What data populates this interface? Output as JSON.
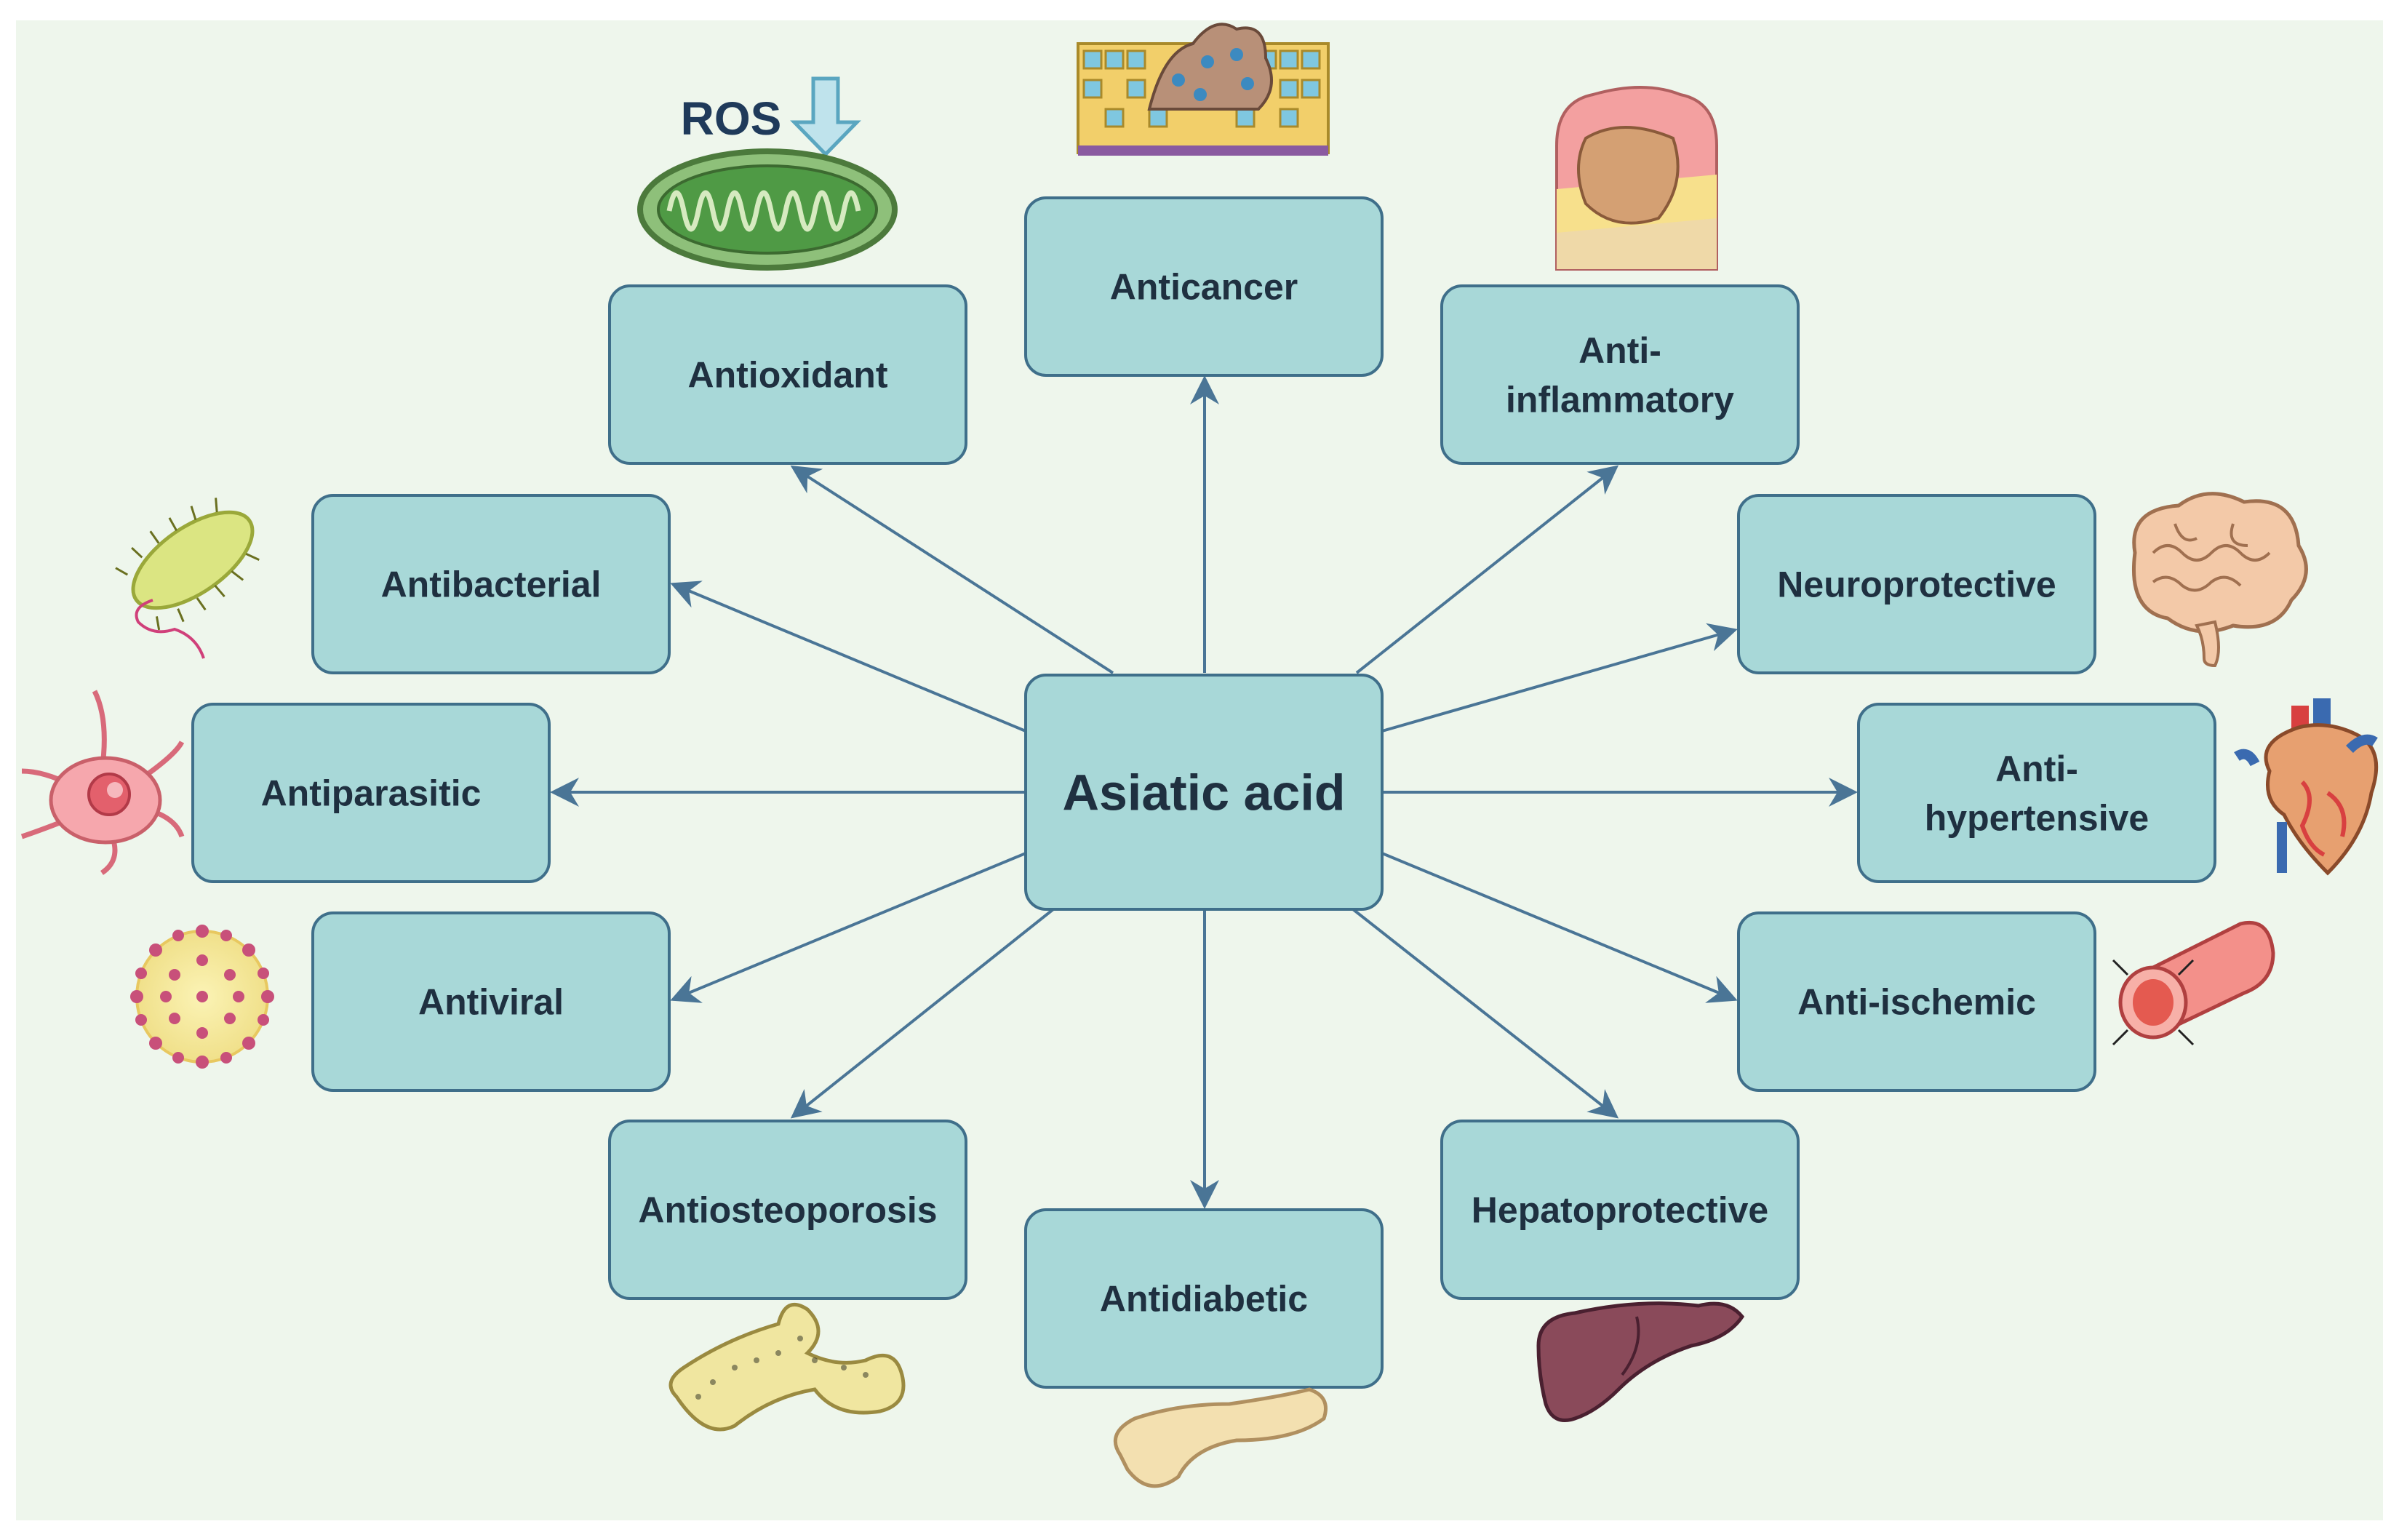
{
  "diagram": {
    "center": {
      "label": "Asiatic acid"
    },
    "effects": [
      {
        "id": "anticancer",
        "lines": [
          "Anticancer"
        ]
      },
      {
        "id": "antioxidant",
        "lines": [
          "Antioxidant"
        ]
      },
      {
        "id": "anti-inflammatory",
        "lines": [
          "Anti-",
          "inflammatory"
        ]
      },
      {
        "id": "antibacterial",
        "lines": [
          "Antibacterial"
        ]
      },
      {
        "id": "neuroprotective",
        "lines": [
          "Neuroprotective"
        ]
      },
      {
        "id": "antiparasitic",
        "lines": [
          "Antiparasitic"
        ]
      },
      {
        "id": "antihypertensive",
        "lines": [
          "Anti-",
          "hypertensive"
        ]
      },
      {
        "id": "antiviral",
        "lines": [
          "Antiviral"
        ]
      },
      {
        "id": "anti-ischemic",
        "lines": [
          "Anti-ischemic"
        ]
      },
      {
        "id": "antiosteoporosis",
        "lines": [
          "Antiosteoporosis"
        ]
      },
      {
        "id": "hepatoprotective",
        "lines": [
          "Hepatoprotective"
        ]
      },
      {
        "id": "antidiabetic",
        "lines": [
          "Antidiabetic"
        ]
      }
    ],
    "icons": [
      {
        "id": "mitochondria-icon",
        "label": "ROS"
      },
      {
        "id": "cancer-tissue-icon"
      },
      {
        "id": "inflamed-tissue-icon"
      },
      {
        "id": "bacterium-icon"
      },
      {
        "id": "brain-icon"
      },
      {
        "id": "parasite-icon"
      },
      {
        "id": "heart-icon"
      },
      {
        "id": "virus-icon"
      },
      {
        "id": "blood-vessel-icon"
      },
      {
        "id": "bone-icon"
      },
      {
        "id": "liver-icon"
      },
      {
        "id": "pancreas-icon"
      }
    ],
    "colors": {
      "background": "#eef6ec",
      "box_fill": "#a8d8d8",
      "box_stroke": "#3f6f8a",
      "arrow": "#4a7596",
      "text": "#1f3040"
    }
  }
}
